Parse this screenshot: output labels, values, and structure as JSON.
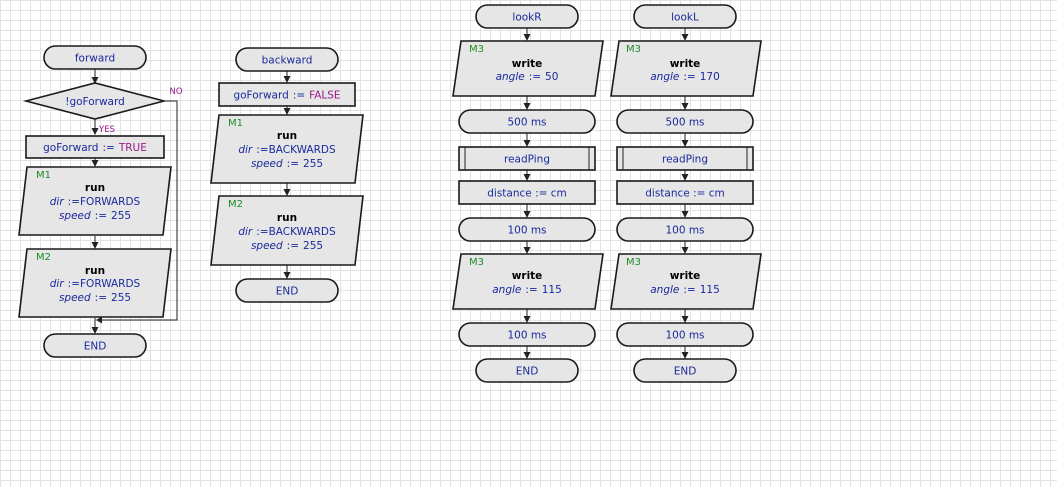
{
  "colors": {
    "identifier": "#1a2a9c",
    "keyword": "#9a1a8c",
    "component": "#1e8c2a",
    "shape_fill": "#e6e6e6"
  },
  "forward": {
    "start": "forward",
    "decision": "!goForward",
    "yes": "YES",
    "no": "NO",
    "assign": {
      "var": "goForward",
      "op": ":=",
      "val": "TRUE"
    },
    "m1": {
      "comp": "M1",
      "method": "run",
      "p1": "dir",
      "op": ":=",
      "v1": "FORWARDS",
      "p2": "speed",
      "v2": "255"
    },
    "m2": {
      "comp": "M2",
      "method": "run",
      "p1": "dir",
      "op": ":=",
      "v1": "FORWARDS",
      "p2": "speed",
      "v2": "255"
    },
    "end": "END"
  },
  "backward": {
    "start": "backward",
    "assign": {
      "var": "goForward",
      "op": ":=",
      "val": "FALSE"
    },
    "m1": {
      "comp": "M1",
      "method": "run",
      "p1": "dir",
      "op": ":=",
      "v1": "BACKWARDS",
      "p2": "speed",
      "v2": "255"
    },
    "m2": {
      "comp": "M2",
      "method": "run",
      "p1": "dir",
      "op": ":=",
      "v1": "BACKWARDS",
      "p2": "speed",
      "v2": "255"
    },
    "end": "END"
  },
  "lookR": {
    "start": "lookR",
    "write1": {
      "comp": "M3",
      "method": "write",
      "p": "angle",
      "op": ":=",
      "v": "50"
    },
    "delay1": "500 ms",
    "call": "readPing",
    "calc": "distance := cm",
    "delay2": "100 ms",
    "write2": {
      "comp": "M3",
      "method": "write",
      "p": "angle",
      "op": ":=",
      "v": "115"
    },
    "delay3": "100 ms",
    "end": "END"
  },
  "lookL": {
    "start": "lookL",
    "write1": {
      "comp": "M3",
      "method": "write",
      "p": "angle",
      "op": ":=",
      "v": "170"
    },
    "delay1": "500 ms",
    "call": "readPing",
    "calc": "distance := cm",
    "delay2": "100 ms",
    "write2": {
      "comp": "M3",
      "method": "write",
      "p": "angle",
      "op": ":=",
      "v": "115"
    },
    "delay3": "100 ms",
    "end": "END"
  }
}
